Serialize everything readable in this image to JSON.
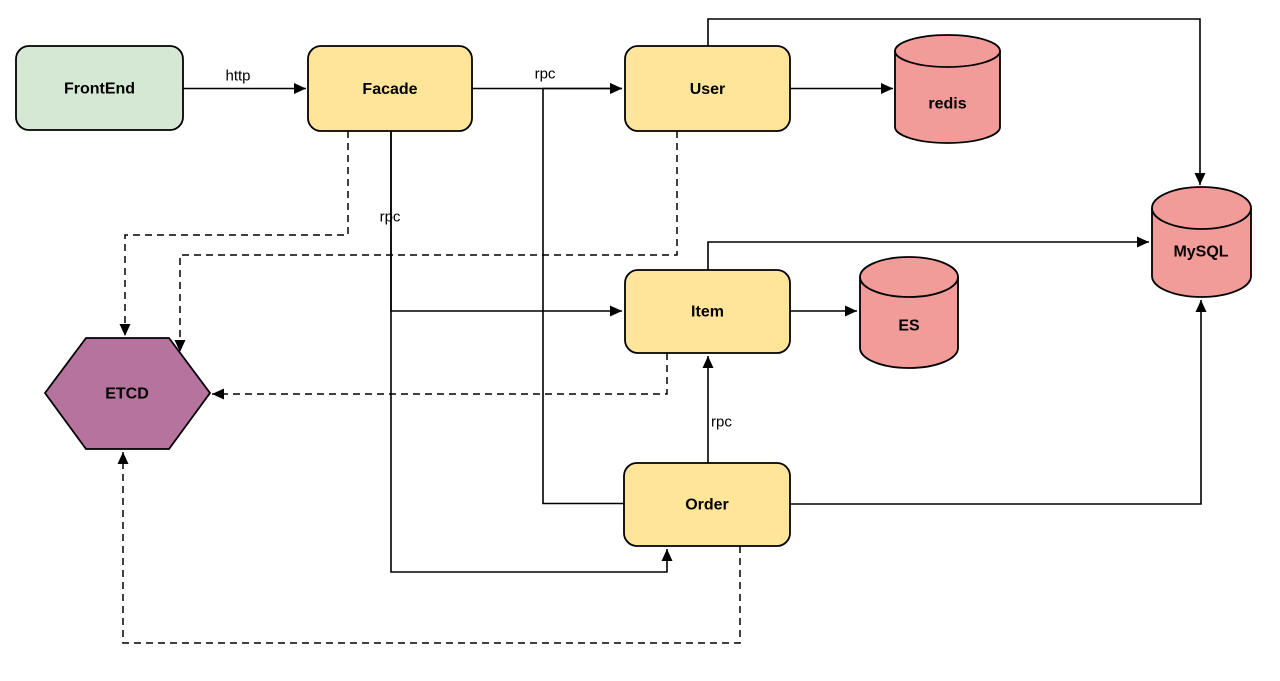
{
  "diagram": {
    "background_color": "#ffffff",
    "stroke_color": "#000000",
    "nodes": {
      "frontend": {
        "label": "FrontEnd",
        "shape": "rounded-rectangle",
        "fill": "#d5e8d4"
      },
      "facade": {
        "label": "Facade",
        "shape": "rounded-rectangle",
        "fill": "#ffe599"
      },
      "user": {
        "label": "User",
        "shape": "rounded-rectangle",
        "fill": "#ffe599"
      },
      "item": {
        "label": "Item",
        "shape": "rounded-rectangle",
        "fill": "#ffe599"
      },
      "order": {
        "label": "Order",
        "shape": "rounded-rectangle",
        "fill": "#ffe599"
      },
      "redis": {
        "label": "redis",
        "shape": "cylinder",
        "fill": "#f19c99"
      },
      "es": {
        "label": "ES",
        "shape": "cylinder",
        "fill": "#f19c99"
      },
      "mysql": {
        "label": "MySQL",
        "shape": "cylinder",
        "fill": "#f19c99"
      },
      "etcd": {
        "label": "ETCD",
        "shape": "hexagon",
        "fill": "#b5739d"
      }
    },
    "edge_labels": {
      "frontend_facade": "http",
      "facade_user": "rpc",
      "facade_services": "rpc",
      "order_item": "rpc"
    },
    "connections": [
      {
        "from": "FrontEnd",
        "to": "Facade",
        "label": "http",
        "style": "solid"
      },
      {
        "from": "Facade",
        "to": "User",
        "label": "rpc",
        "style": "solid"
      },
      {
        "from": "Order",
        "to": "User",
        "label": "",
        "style": "solid"
      },
      {
        "from": "Facade",
        "to": "Item",
        "label": "rpc",
        "style": "solid"
      },
      {
        "from": "Facade",
        "to": "Order",
        "label": "rpc",
        "style": "solid"
      },
      {
        "from": "Order",
        "to": "Item",
        "label": "rpc",
        "style": "solid"
      },
      {
        "from": "User",
        "to": "redis",
        "label": "",
        "style": "solid"
      },
      {
        "from": "User",
        "to": "MySQL",
        "label": "",
        "style": "solid"
      },
      {
        "from": "Item",
        "to": "ES",
        "label": "",
        "style": "solid"
      },
      {
        "from": "Item",
        "to": "MySQL",
        "label": "",
        "style": "solid"
      },
      {
        "from": "Order",
        "to": "MySQL",
        "label": "",
        "style": "solid"
      },
      {
        "from": "Facade",
        "to": "ETCD",
        "label": "",
        "style": "dashed"
      },
      {
        "from": "User",
        "to": "ETCD",
        "label": "",
        "style": "dashed"
      },
      {
        "from": "Item",
        "to": "ETCD",
        "label": "",
        "style": "dashed"
      },
      {
        "from": "Order",
        "to": "ETCD",
        "label": "",
        "style": "dashed"
      }
    ]
  }
}
